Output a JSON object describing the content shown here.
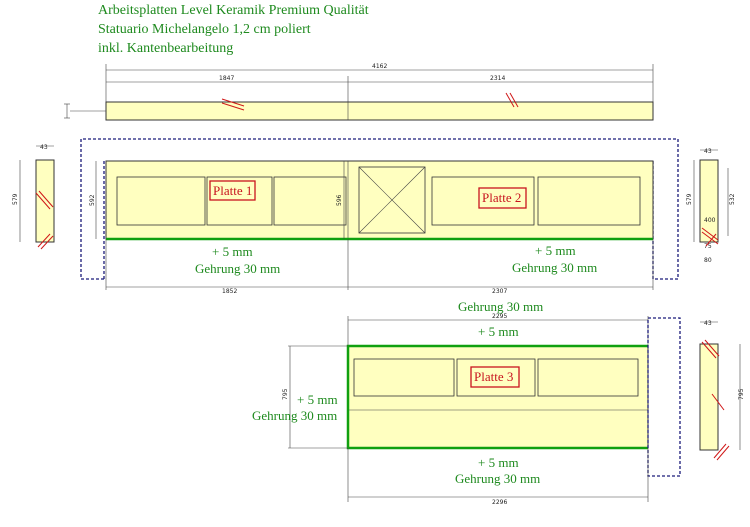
{
  "header": {
    "line1": "Arbeitsplatten Level Keramik Premium Qualität",
    "line2": "Statuario Michelangelo 1,2 cm poliert",
    "line3": "inkl. Kantenbearbeitung"
  },
  "top_view": {
    "total_width": "4162",
    "left_width": "1847",
    "right_width": "2314"
  },
  "main": {
    "plate1_label": "Platte 1",
    "plate2_label": "Platte 2",
    "depth_left": "592",
    "depth_mid": "596",
    "bottom_left": "1852",
    "bottom_right": "2307",
    "left_note_mm": "+ 5 mm",
    "left_note_miter": "Gehrung 30 mm",
    "right_note_mm": "+ 5 mm",
    "right_note_miter": "Gehrung 30 mm"
  },
  "side_left": {
    "thickness": "43",
    "depth": "579"
  },
  "side_right": {
    "thickness": "43",
    "depth_a": "579",
    "depth_b": "532",
    "depth_c": "400",
    "depth_d": "75",
    "depth_e": "80"
  },
  "island": {
    "plate3_label": "Platte 3",
    "top_miter": "Gehrung 30 mm",
    "top_width": "2295",
    "top_mm": "+ 5 mm",
    "left_mm": "+ 5 mm",
    "left_miter": "Gehrung 30 mm",
    "depth": "795",
    "bottom_mm": "+ 5 mm",
    "bottom_miter": "Gehrung 30 mm",
    "bottom_width": "2296"
  },
  "side_island": {
    "thickness": "43",
    "depth": "795"
  },
  "colors": {
    "panel": "#ffffc0",
    "green": "#10a010",
    "red": "#c8141e",
    "dashed_blue": "#1a1a7a"
  }
}
